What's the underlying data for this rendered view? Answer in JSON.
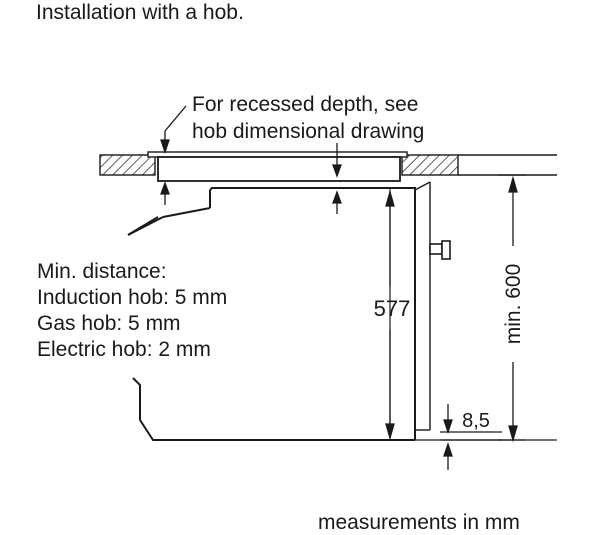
{
  "title": "Installation with a hob.",
  "recess_note": {
    "line1": "For recessed depth, see",
    "line2": "hob dimensional drawing"
  },
  "min_distance": {
    "heading": "Min. distance:",
    "items": [
      "Induction hob: 5 mm",
      "Gas hob: 5 mm",
      "Electric hob: 2 mm"
    ]
  },
  "dimensions": {
    "oven_height": "577",
    "niche_height": "min. 600",
    "base_gap": "8,5"
  },
  "footer": "measurements in mm"
}
